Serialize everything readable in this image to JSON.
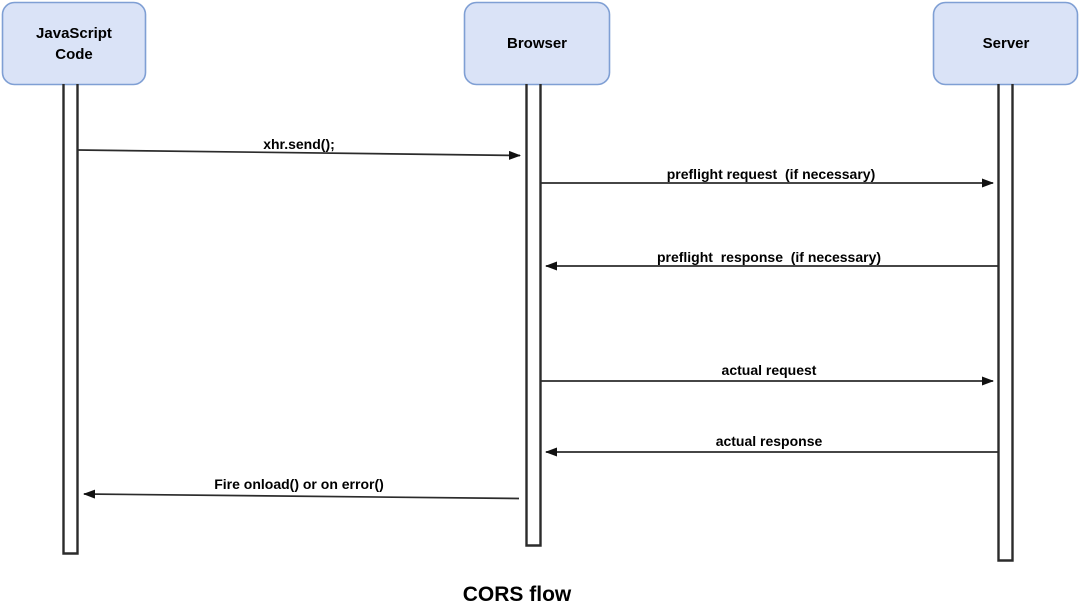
{
  "diagram": {
    "title": "CORS flow",
    "type": "sequence-diagram",
    "colors": {
      "box_fill": "#dae3f7",
      "box_stroke": "#7f9fd4",
      "line": "#2b2b2b",
      "text": "#000000",
      "background": "#ffffff"
    },
    "participants": [
      {
        "id": "javascript-code",
        "label": "JavaScript\nCode",
        "line1": "JavaScript",
        "line2": "Code"
      },
      {
        "id": "browser",
        "label": "Browser",
        "line1": "Browser",
        "line2": ""
      },
      {
        "id": "server",
        "label": "Server",
        "line1": "Server",
        "line2": ""
      }
    ],
    "messages": [
      {
        "id": "xhr-send",
        "label": "xhr.send();",
        "from": "javascript-code",
        "to": "browser",
        "direction": "right"
      },
      {
        "id": "preflight-request",
        "label": "preflight request  (if necessary)",
        "from": "browser",
        "to": "server",
        "direction": "right"
      },
      {
        "id": "preflight-response",
        "label": "preflight  response  (if necessary)",
        "from": "server",
        "to": "browser",
        "direction": "left"
      },
      {
        "id": "actual-request",
        "label": "actual request",
        "from": "browser",
        "to": "server",
        "direction": "right"
      },
      {
        "id": "actual-response",
        "label": "actual response",
        "from": "server",
        "to": "browser",
        "direction": "left"
      },
      {
        "id": "fire-onload",
        "label": "Fire onload() or on error()",
        "from": "browser",
        "to": "javascript-code",
        "direction": "left"
      }
    ]
  }
}
